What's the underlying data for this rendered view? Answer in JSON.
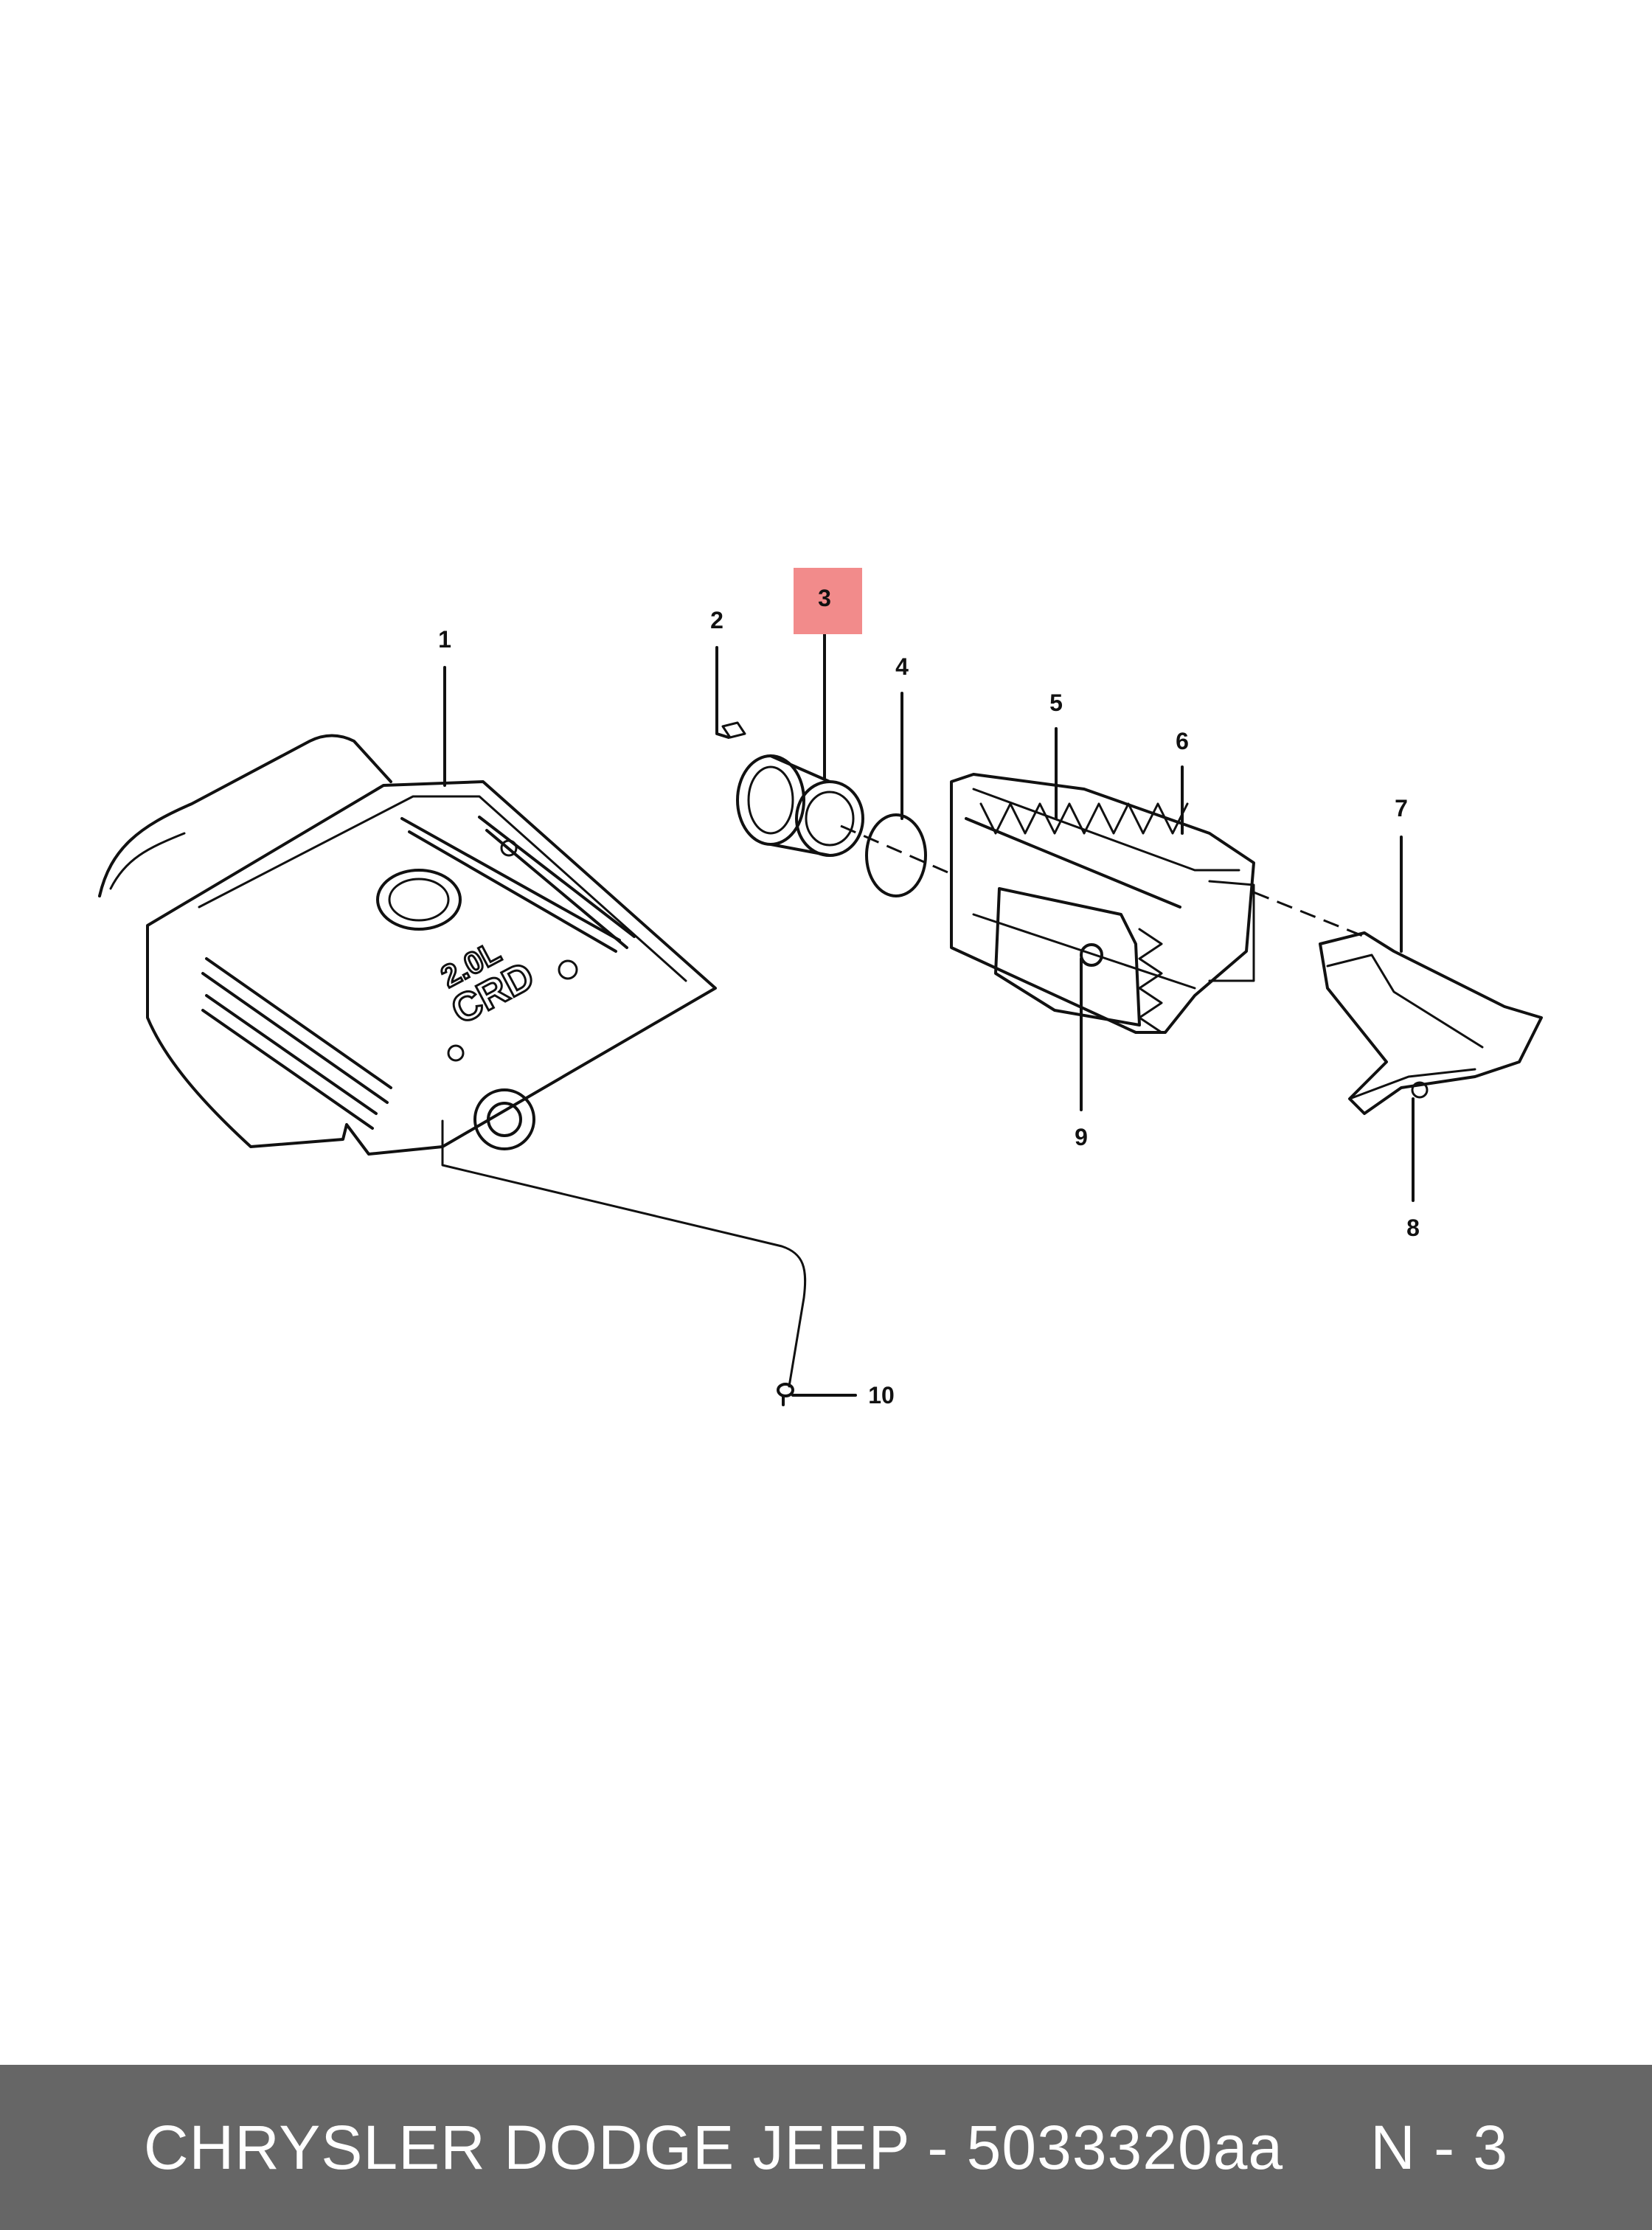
{
  "callouts": [
    {
      "label": "1",
      "part": "engine-cover"
    },
    {
      "label": "2",
      "part": "clamp"
    },
    {
      "label": "3",
      "part": "duct-clamp",
      "highlighted": true
    },
    {
      "label": "4",
      "part": "o-ring"
    },
    {
      "label": "5",
      "part": "air-filter-element"
    },
    {
      "label": "6",
      "part": "air-cleaner-housing"
    },
    {
      "label": "7",
      "part": "inlet-duct"
    },
    {
      "label": "8",
      "part": "duct-fastener"
    },
    {
      "label": "9",
      "part": "air-cleaner-lid"
    },
    {
      "label": "10",
      "part": "screw"
    }
  ],
  "cover_emblem": {
    "line1": "2.0L",
    "line2": "CRD"
  },
  "footer": {
    "part_text": "CHRYSLER DODGE JEEP - 5033320aa",
    "page_text": "N - 3"
  },
  "colors": {
    "highlight": "#f28b8b",
    "footer_bg": "#666666",
    "footer_text": "#ffffff",
    "line": "#111111"
  }
}
